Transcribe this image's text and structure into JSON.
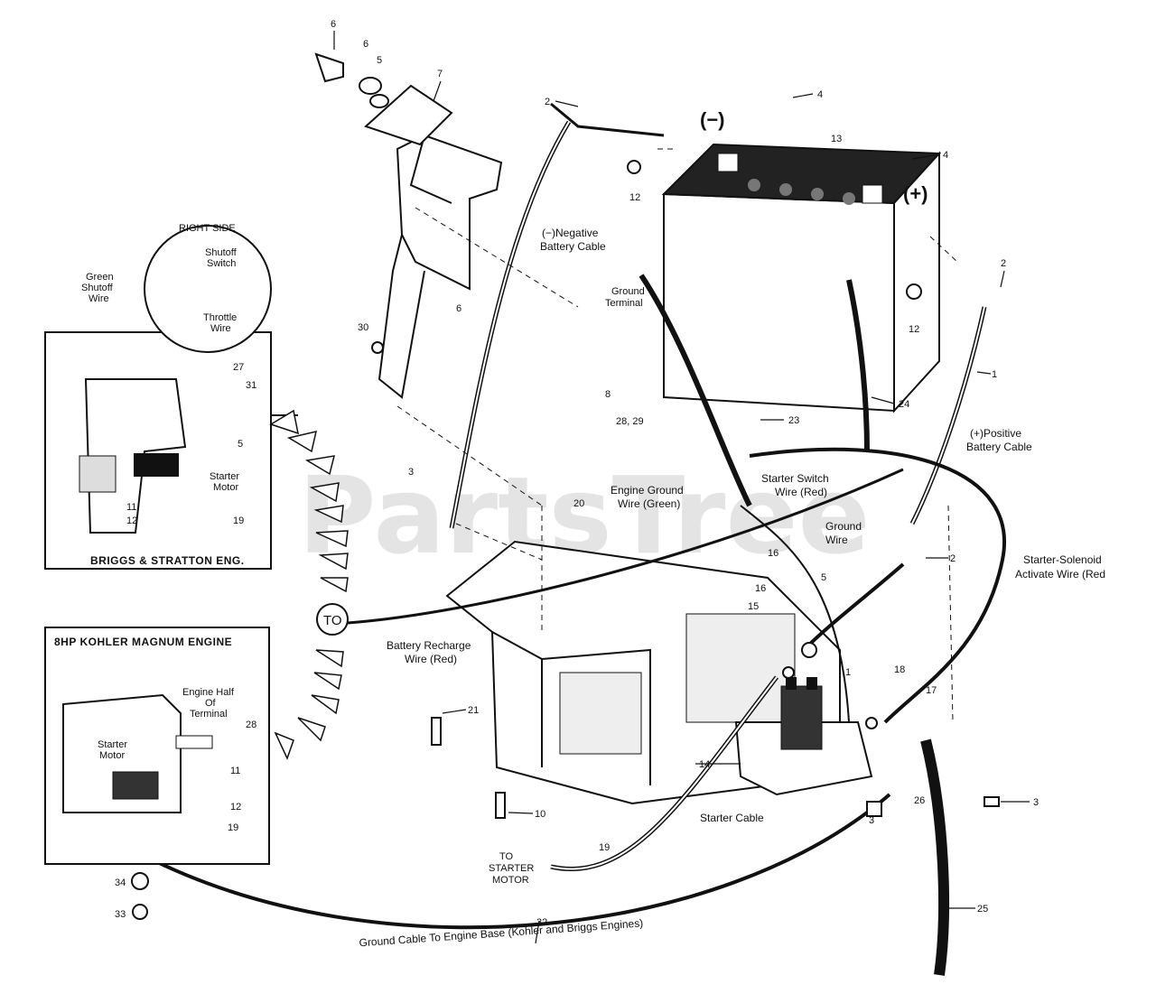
{
  "watermark": "PartsTree",
  "terminal_marks": {
    "negative": "(−)",
    "positive": "(+)"
  },
  "callouts": {
    "negative_cable": [
      "(−)Negative",
      "Battery Cable"
    ],
    "ground_terminal": [
      "Ground",
      "Terminal"
    ],
    "positive_cable": [
      "(+)Positive",
      "Battery Cable"
    ],
    "starter_switch_wire": [
      "Starter Switch",
      "Wire (Red)"
    ],
    "engine_ground_wire": [
      "Engine Ground",
      "Wire (Green)"
    ],
    "ground_wire": [
      "Ground",
      "Wire"
    ],
    "solenoid_wire": [
      "Starter-Solenoid",
      "Activate Wire (Red"
    ],
    "battery_recharge": [
      "Battery Recharge",
      "Wire (Red)"
    ],
    "to_badge": "TO",
    "starter_cable": "Starter Cable",
    "to_starter_motor": [
      "TO",
      "STARTER",
      "MOTOR"
    ],
    "ground_cable": "Ground Cable To Engine Base (Kohler and Briggs Engines)"
  },
  "briggs_inset": {
    "title": "BRIGGS & STRATTON ENG.",
    "right_side": "RIGHT SIDE",
    "shutoff_switch": [
      "Shutoff",
      "Switch"
    ],
    "green_shutoff_wire": [
      "Green",
      "Shutoff",
      "Wire"
    ],
    "throttle_wire": [
      "Throttle",
      "Wire"
    ],
    "starter_motor": [
      "Starter",
      "Motor"
    ],
    "parts": [
      "27",
      "31",
      "5",
      "11",
      "12",
      "19"
    ]
  },
  "kohler_inset": {
    "title": "8HP KOHLER MAGNUM ENGINE",
    "engine_half": [
      "Engine Half",
      "Of",
      "Terminal"
    ],
    "starter_motor": [
      "Starter",
      "Motor"
    ],
    "parts": [
      "28",
      "11",
      "12",
      "19"
    ]
  },
  "part_numbers": {
    "p6a": "6",
    "p6b": "6",
    "p5a": "5",
    "p7": "7",
    "p2a": "2",
    "p4a": "4",
    "p4b": "4",
    "p13": "13",
    "p12a": "12",
    "p12b": "12",
    "p2b": "2",
    "p6c": "6",
    "p30": "30",
    "p8": "8",
    "p1a": "1",
    "p24": "24",
    "p2829": "28, 29",
    "p23": "23",
    "p3a": "3",
    "p20": "20",
    "p16a": "16",
    "p16b": "16",
    "p5b": "5",
    "p15": "15",
    "p2c": "2",
    "p1b": "1",
    "p18": "18",
    "p17": "17",
    "p21": "21",
    "p14": "14",
    "p26": "26",
    "p3b": "3",
    "p10": "10",
    "p3c": "3",
    "p19": "19",
    "p32": "32",
    "p25": "25",
    "p34": "34",
    "p33": "33"
  }
}
